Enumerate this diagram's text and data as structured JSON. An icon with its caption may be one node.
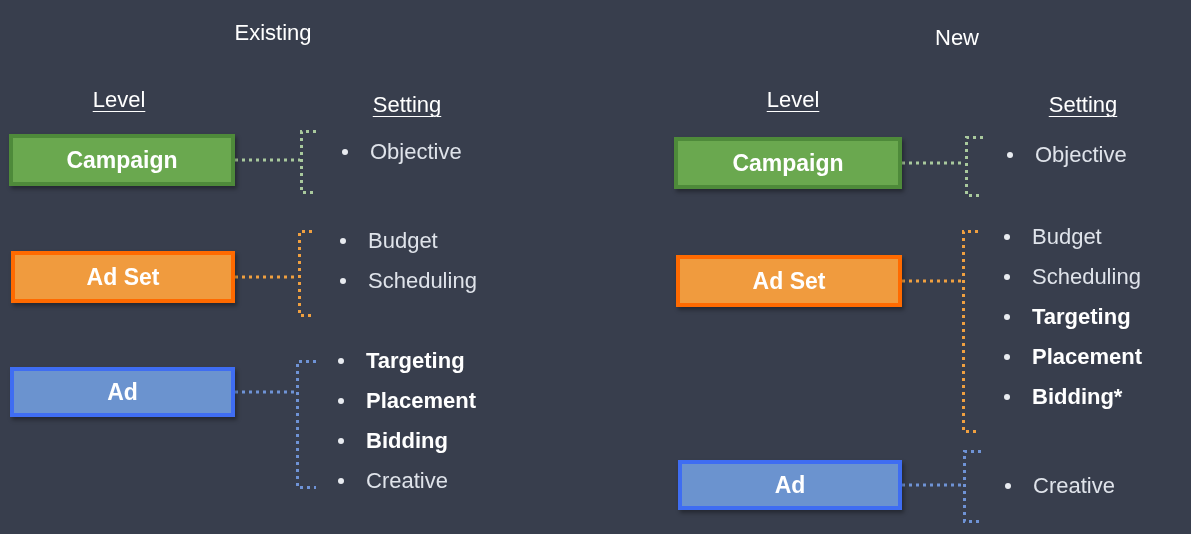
{
  "diagram": {
    "nodes": [
      {
        "text": [
          "Campaign"
        ]
      },
      {
        "text": [
          "Objective"
        ]
      },
      {
        "text": [
          "Ad Set"
        ]
      },
      {
        "text": [
          "Budget",
          "Scheduling"
        ]
      },
      {
        "text": [
          "Ad"
        ]
      },
      {
        "text": [
          "Targeting",
          "Placement",
          "Bidding",
          "Creative"
        ]
      },
      {
        "text": [
          "Campaign"
        ]
      },
      {
        "text": [
          "Objective"
        ]
      },
      {
        "text": [
          "Ad Set"
        ]
      },
      {
        "text": [
          "Budget",
          "Scheduling",
          "Targeting",
          "Placement",
          "Bidding*"
        ]
      },
      {
        "text": [
          "Ad"
        ]
      },
      {
        "text": [
          "Creative"
        ]
      }
    ],
    "edges": [
      {
        "from": 0,
        "to": 1,
        "arrow": "none",
        "style": "dashed",
        "color": "#a9c99d"
      },
      {
        "from": 2,
        "to": 3,
        "arrow": "none",
        "style": "dashed",
        "color": "#f0a040"
      },
      {
        "from": 4,
        "to": 5,
        "arrow": "none",
        "style": "dashed",
        "color": "#6f93d6"
      },
      {
        "from": 6,
        "to": 7,
        "arrow": "none",
        "style": "dashed",
        "color": "#a9c99d"
      },
      {
        "from": 8,
        "to": 9,
        "arrow": "none",
        "style": "dashed",
        "color": "#f0a040"
      },
      {
        "from": 10,
        "to": 11,
        "arrow": "none",
        "style": "dashed",
        "color": "#6f93d6"
      }
    ],
    "labels": [
      "Existing",
      "New",
      "Level",
      "Setting",
      "Level",
      "Setting"
    ]
  }
}
